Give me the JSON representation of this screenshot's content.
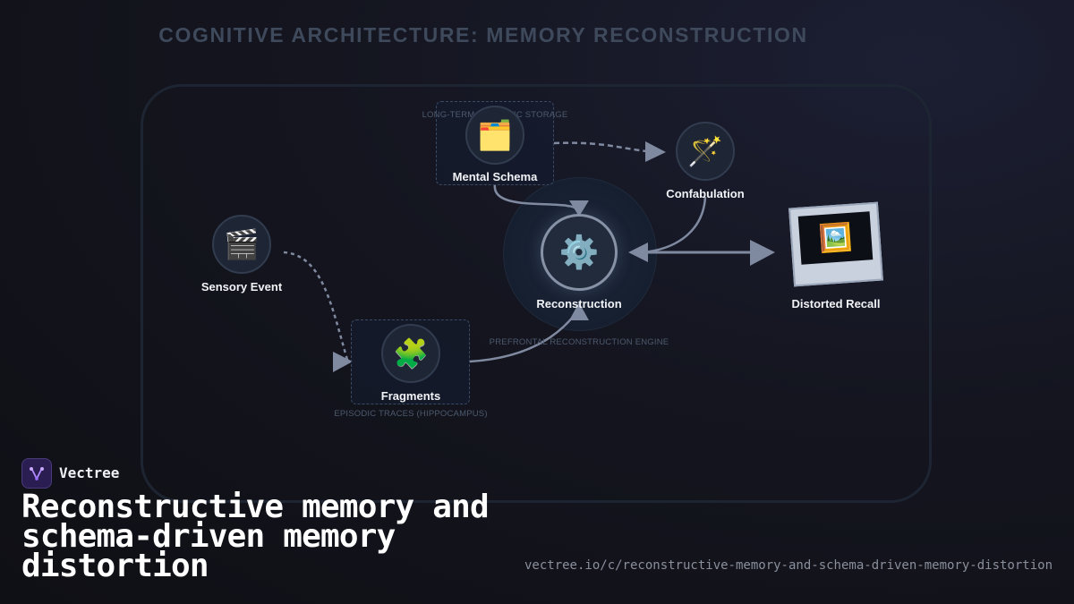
{
  "title": "COGNITIVE ARCHITECTURE: MEMORY RECONSTRUCTION",
  "nodes": {
    "sensory": {
      "label": "Sensory Event",
      "icon": "clapperboard-icon",
      "glyph": "🎬"
    },
    "fragments": {
      "label": "Fragments",
      "caption": "EPISODIC TRACES (HIPPOCAMPUS)",
      "icon": "puzzle-piece-icon",
      "glyph": "🧩"
    },
    "schema": {
      "label": "Mental Schema",
      "caption": "LONG-TERM SEMANTIC STORAGE",
      "icon": "card-index-dividers-icon",
      "glyph": "🗂️"
    },
    "reconstruction": {
      "label": "Reconstruction",
      "caption": "PREFRONTAL RECONSTRUCTION ENGINE",
      "icon": "gear-icon",
      "glyph": "⚙️"
    },
    "confabulation": {
      "label": "Confabulation",
      "icon": "magic-wand-icon",
      "glyph": "🪄"
    },
    "recall": {
      "label": "Distorted Recall",
      "icon": "framed-picture-icon",
      "glyph": "🖼️"
    }
  },
  "brand": {
    "name": "Vectree",
    "icon": "vectree-logo-icon"
  },
  "headline": "Reconstructive memory and schema-driven memory distortion",
  "url": "vectree.io/c/reconstructive-memory-and-schema-driven-memory-distortion",
  "colors": {
    "accent": "#8792a6",
    "connector": "#7f8aa0",
    "background": "#111219"
  }
}
